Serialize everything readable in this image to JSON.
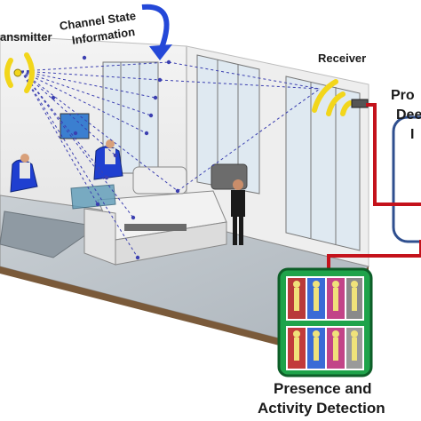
{
  "labels": {
    "transmitter": "ansmitter",
    "csi_line1": "Channel State",
    "csi_line2": "Information",
    "receiver": "Receiver",
    "processing_line1": "Pro",
    "processing_line2": "Dee",
    "processing_line3": "I",
    "detection_line1": "Presence and",
    "detection_line2": "Activity Detection"
  },
  "colors": {
    "signal_yellow": "#f2d61b",
    "signal_lines": "#3b3fb0",
    "connector_red": "#c4121b",
    "panel_green": "#1fa34a",
    "processing_blue": "#2f4f8f",
    "arrow_blue": "#2448d8"
  },
  "icons": {
    "transmitter": "wifi-signal-icon",
    "receiver": "wifi-signal-icon",
    "activity_panels": "human-activity-icon"
  }
}
